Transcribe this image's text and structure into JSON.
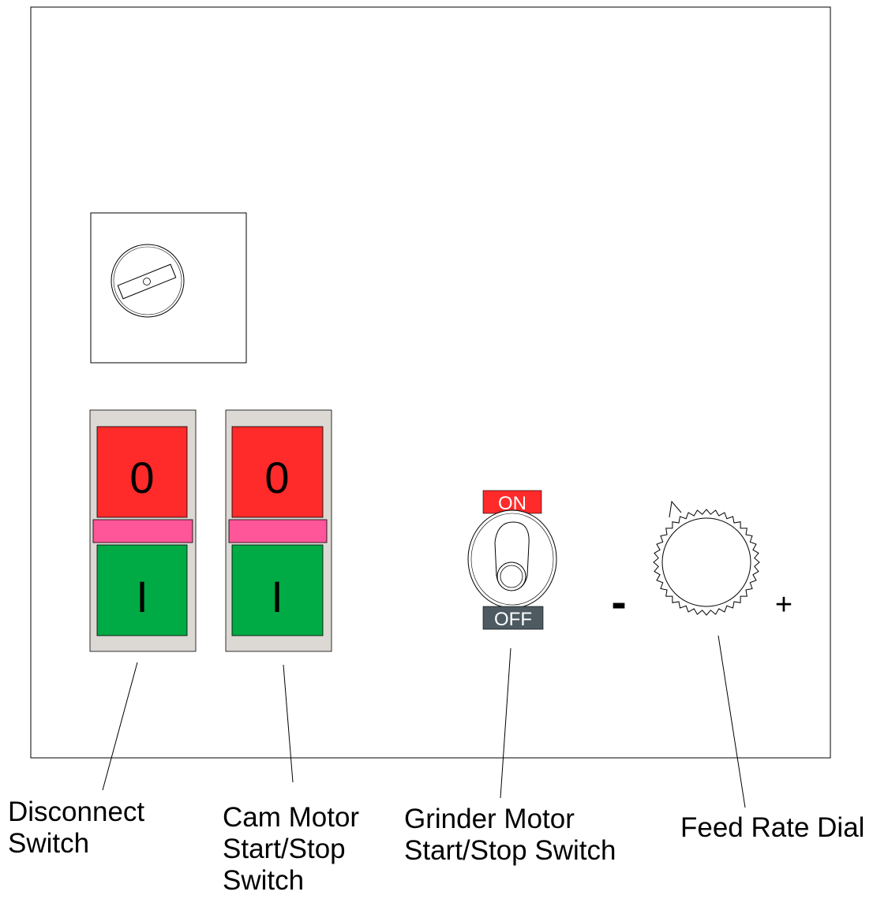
{
  "panel": {
    "colors": {
      "stop_red": "#ff2a2a",
      "start_green": "#00aa44",
      "indicator_pink": "#ff5599",
      "switch_housing": "#dcd8d4",
      "off_plate": "#4d5a61"
    },
    "disconnect_switch": {
      "stop_label": "0",
      "start_label": "I",
      "callout": "Disconnect\nSwitch"
    },
    "cam_motor_switch": {
      "stop_label": "0",
      "start_label": "I",
      "callout": "Cam Motor\nStart/Stop\nSwitch"
    },
    "grinder_motor_switch": {
      "on_label": "ON",
      "off_label": "OFF",
      "callout": "Grinder Motor\nStart/Stop Switch"
    },
    "feed_rate_dial": {
      "minus_label": "-",
      "plus_label": "+",
      "callout": "Feed Rate Dial"
    }
  }
}
